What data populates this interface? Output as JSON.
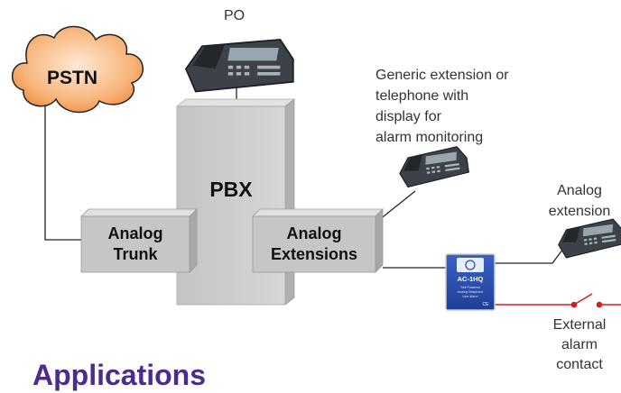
{
  "labels": {
    "pstn": "PSTN",
    "po": "PO",
    "pbx": "PBX",
    "analog_trunk": [
      "Analog",
      "Trunk"
    ],
    "analog_extensions": [
      "Analog",
      "Extensions"
    ],
    "generic_extension": [
      "Generic extension or",
      "telephone with",
      "display for",
      "alarm monitoring"
    ],
    "analog_extension": [
      "Analog",
      "extension"
    ],
    "external_alarm": [
      "External",
      "alarm",
      "contact"
    ],
    "device": {
      "model": "AC-1HQ",
      "subtitle_1": "Self Powered",
      "subtitle_2": "Analog Telephone",
      "subtitle_3": "Line Alarm",
      "mark": "CE"
    }
  },
  "heading": "Applications",
  "colors": {
    "pstn_cloud": "#f6a35a",
    "pbx_box": "#c8c8c8",
    "alarm_wire": "#d22020",
    "heading": "#4b2c8c",
    "device_panel": "#2a4fb0"
  }
}
